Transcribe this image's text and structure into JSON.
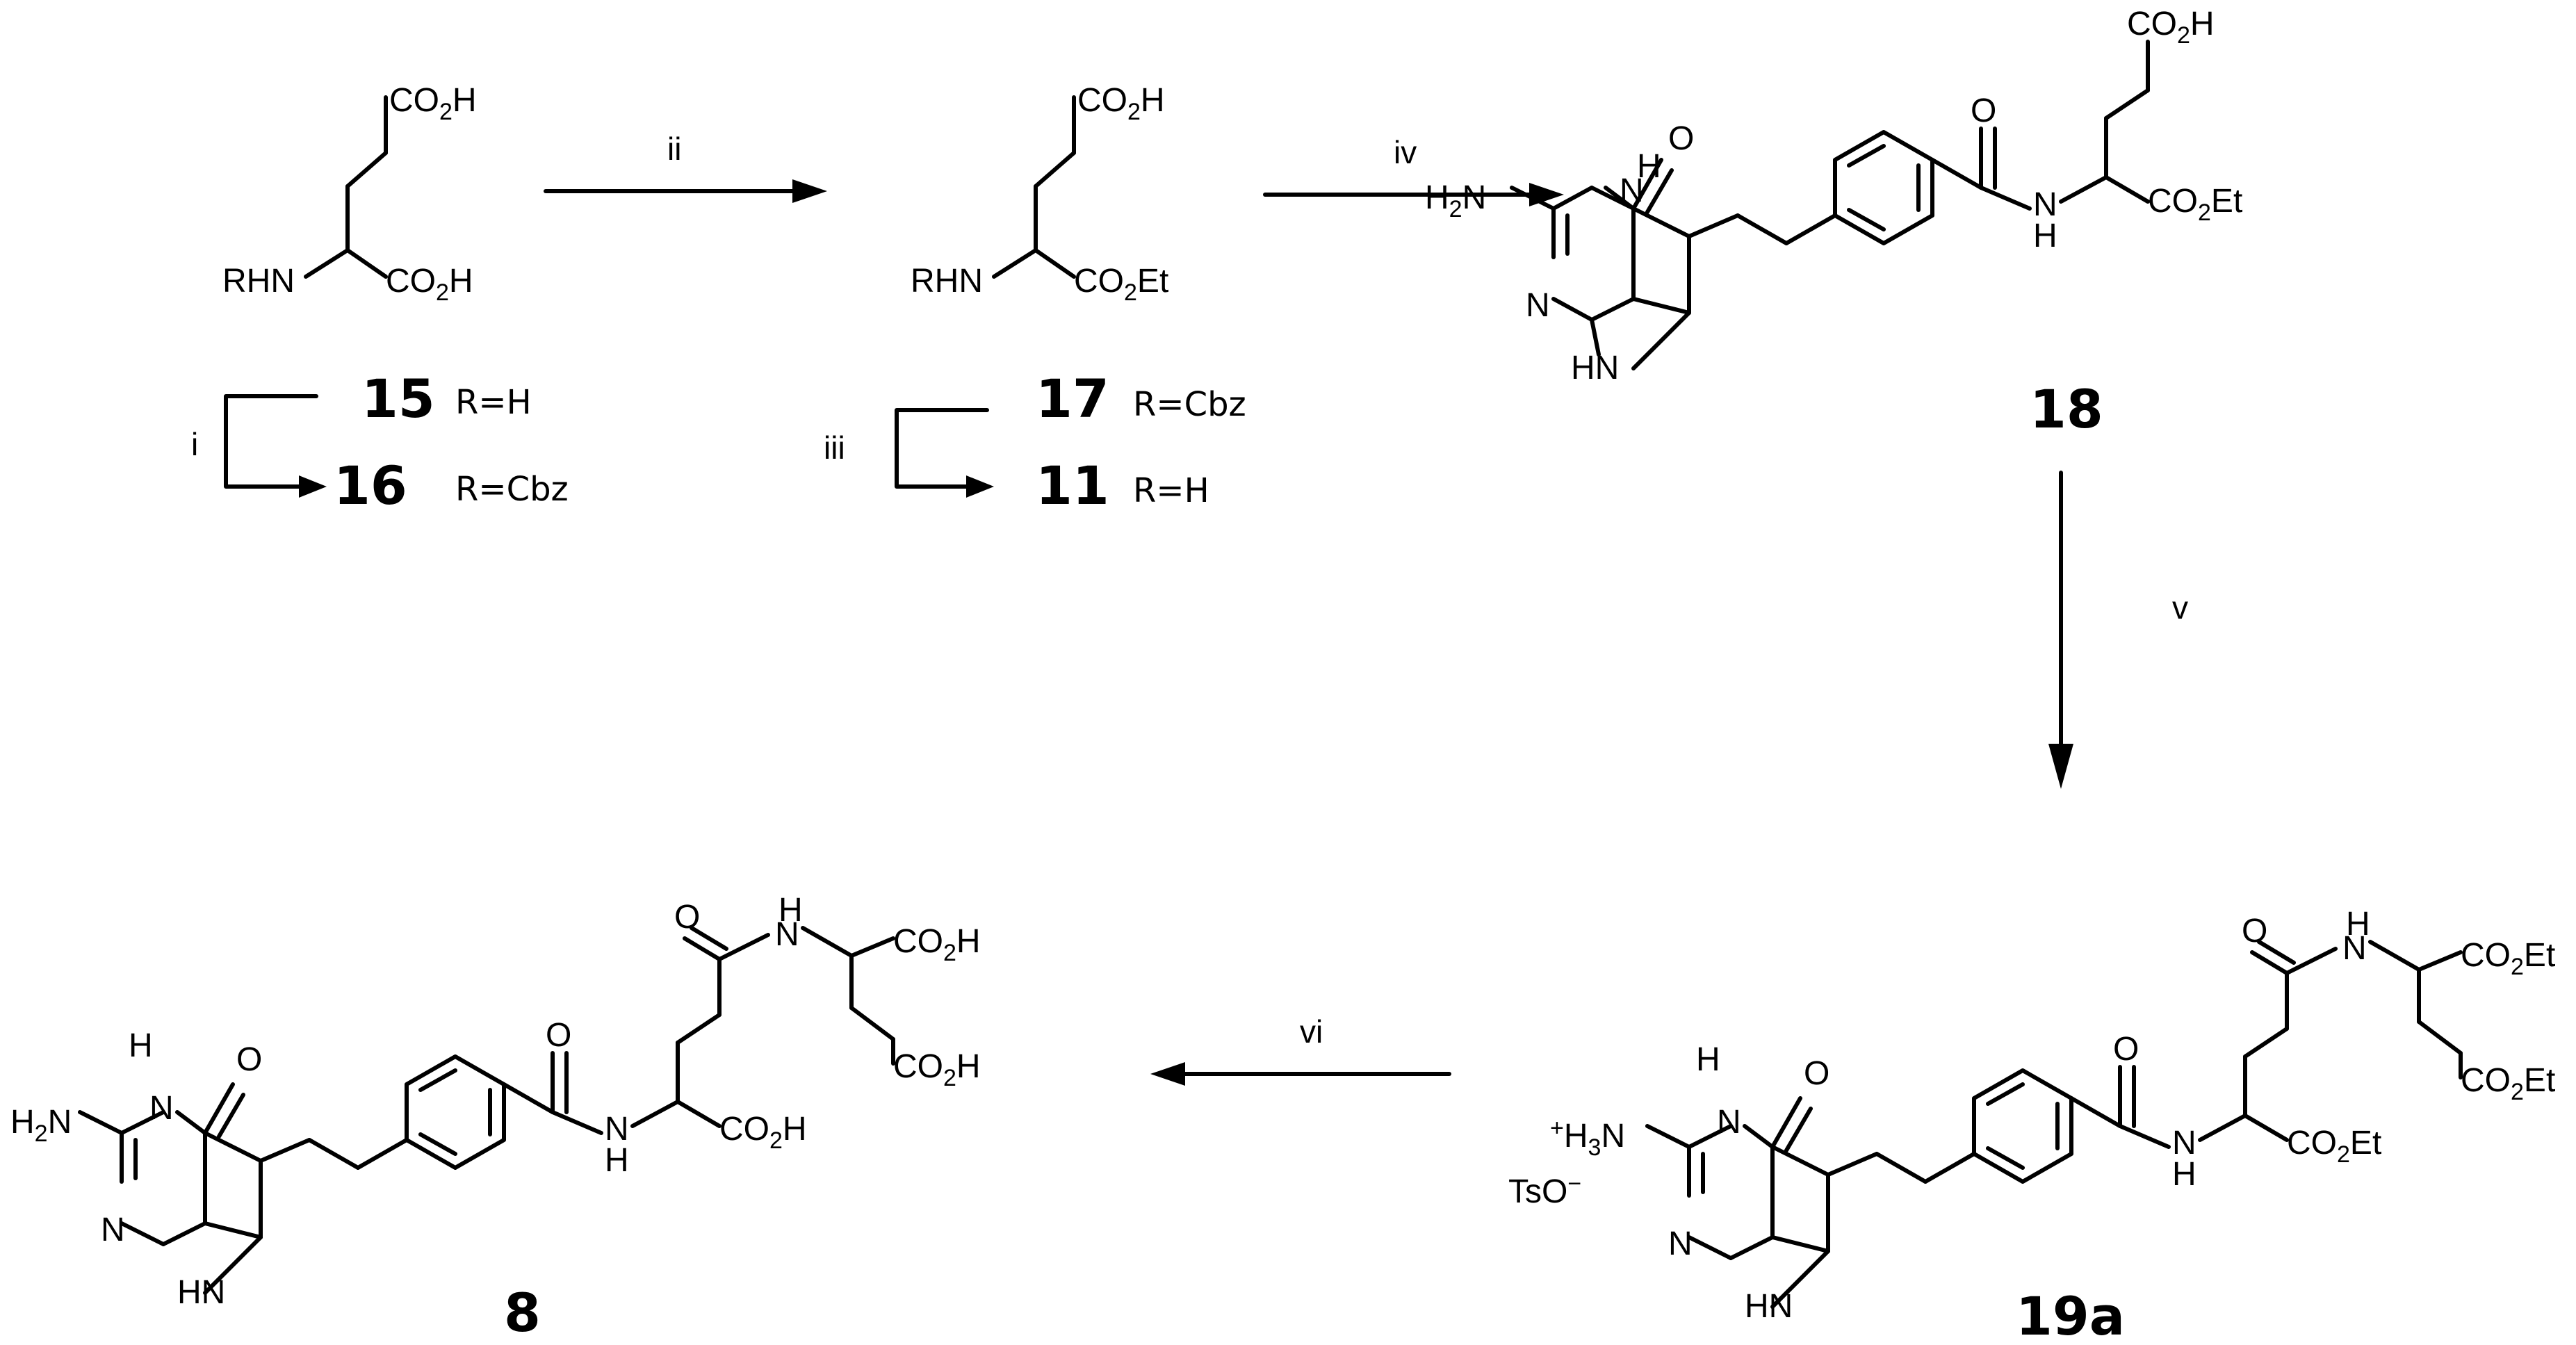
{
  "reagents": [
    "i",
    "ii",
    "iii",
    "iv",
    "v",
    "vi"
  ],
  "compounds": {
    "c15": {
      "number": "15",
      "substituent": "R=H"
    },
    "c16": {
      "number": "16",
      "substituent": "R=Cbz"
    },
    "c17": {
      "number": "17",
      "substituent": "R=Cbz"
    },
    "c11": {
      "number": "11",
      "substituent": "R=H"
    },
    "c18": {
      "number": "18"
    },
    "c19a": {
      "number": "19a"
    },
    "c8": {
      "number": "8"
    }
  },
  "labels": {
    "co2h": "CO2H",
    "co2et": "CO2Et",
    "rhn": "RHN",
    "h2n": "H2N",
    "h3n_plus": "+H3N",
    "tso": "TsO−",
    "nh": "NH",
    "n": "N",
    "h": "H",
    "o": "O",
    "hn": "HN"
  }
}
